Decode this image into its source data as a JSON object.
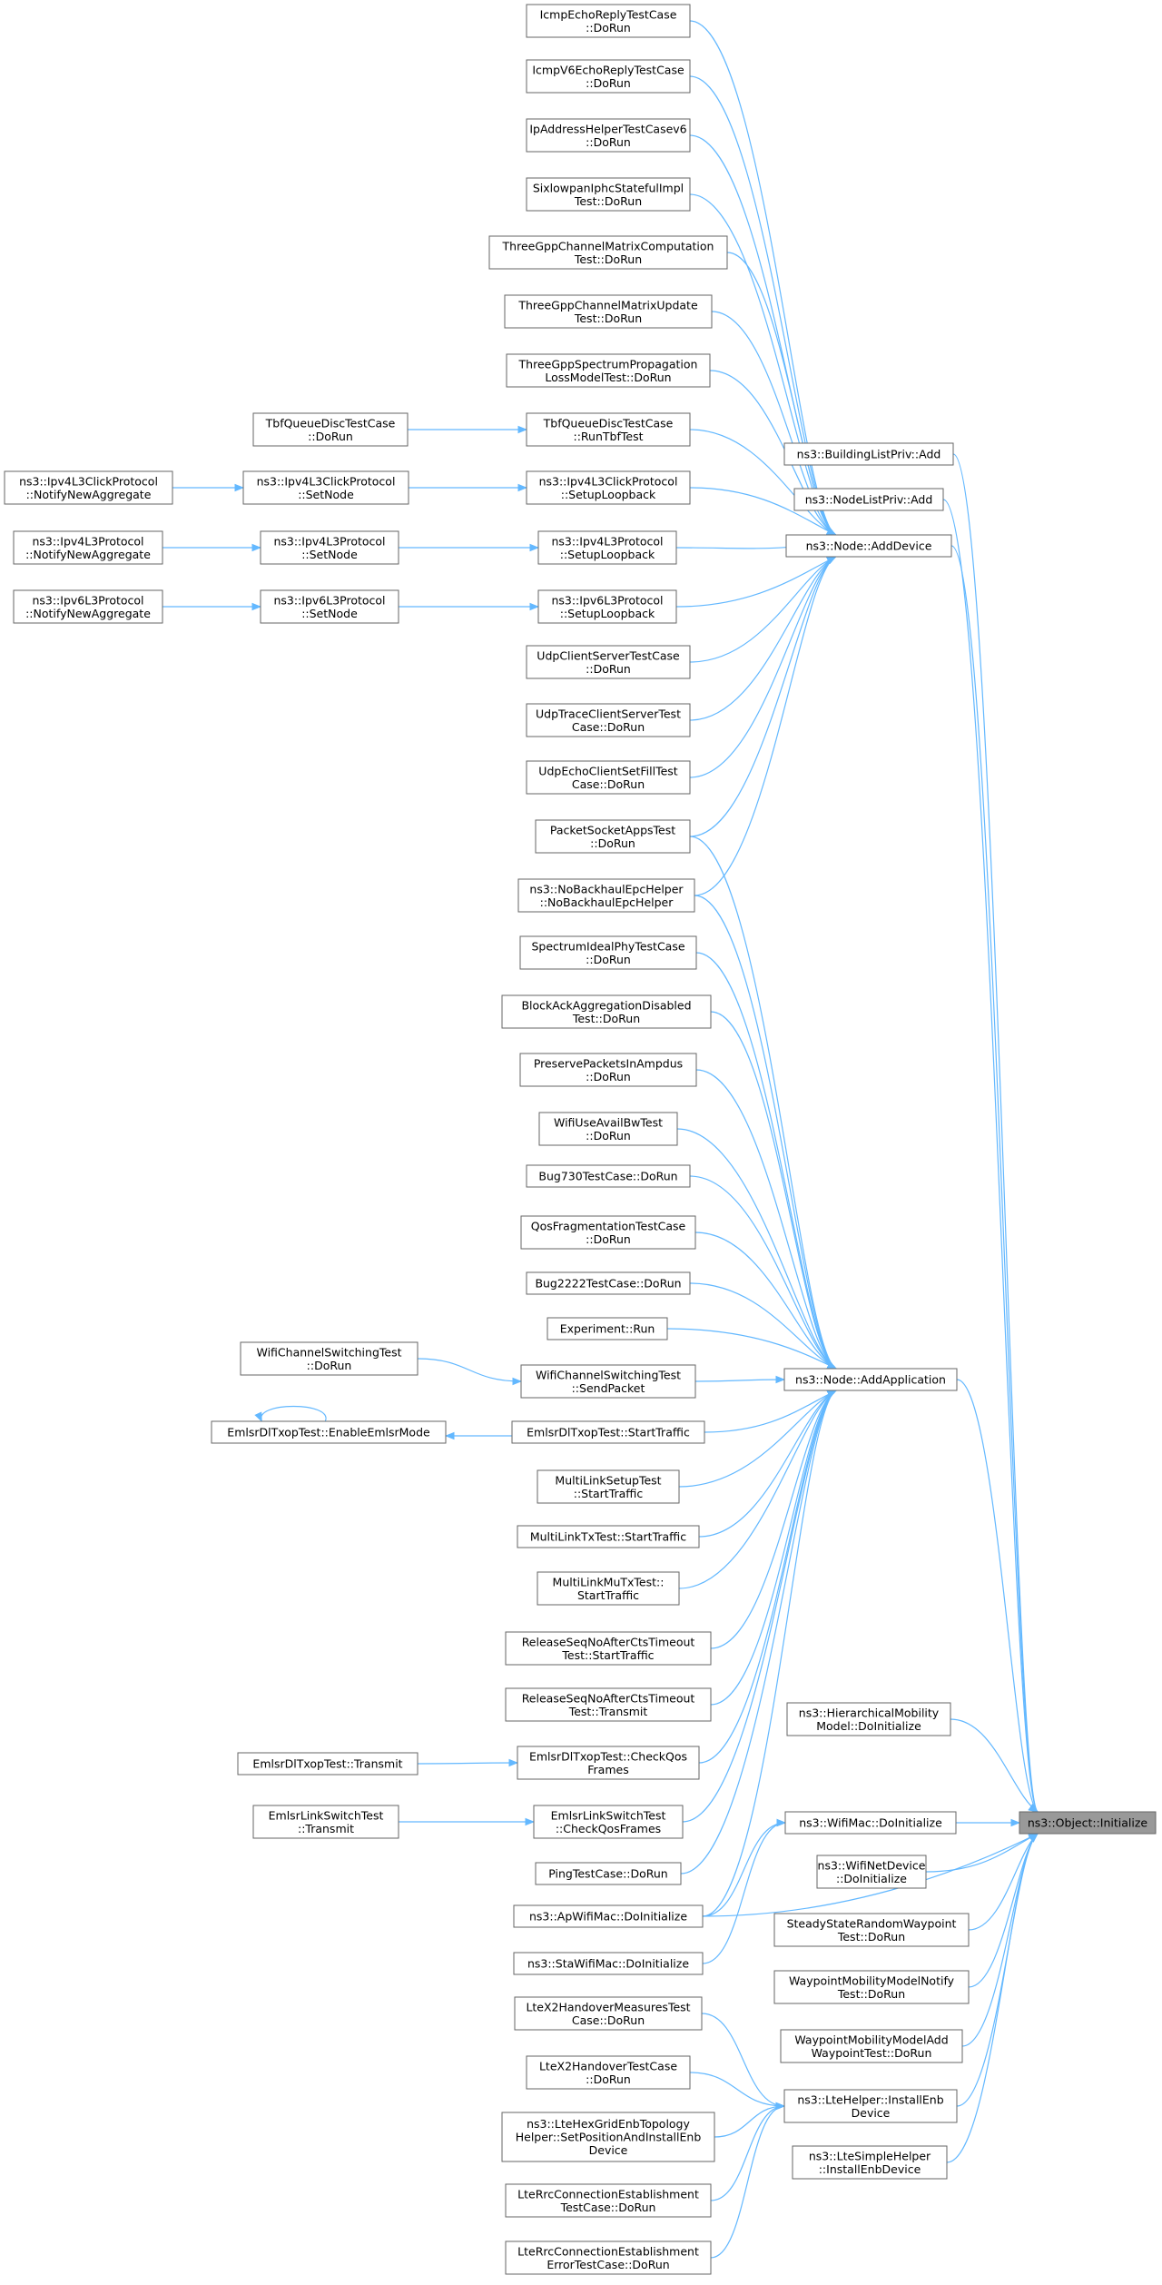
{
  "nodes": [
    {
      "id": "icmpecho",
      "lines": [
        "IcmpEchoReplyTestCase",
        "::DoRun"
      ]
    },
    {
      "id": "icmpv6echo",
      "lines": [
        "IcmpV6EchoReplyTestCase",
        "::DoRun"
      ]
    },
    {
      "id": "ipaddrhelper",
      "lines": [
        "IpAddressHelperTestCasev6",
        "::DoRun"
      ]
    },
    {
      "id": "sixlowpan",
      "lines": [
        "SixlowpanIphcStatefulImpl",
        "Test::DoRun"
      ]
    },
    {
      "id": "threegppchanmatrix",
      "lines": [
        "ThreeGppChannelMatrixComputation",
        "Test::DoRun"
      ]
    },
    {
      "id": "threegppchanupdate",
      "lines": [
        "ThreeGppChannelMatrixUpdate",
        "Test::DoRun"
      ]
    },
    {
      "id": "threegppspectrum",
      "lines": [
        "ThreeGppSpectrumPropagation",
        "LossModelTest::DoRun"
      ]
    },
    {
      "id": "tbfdorun",
      "lines": [
        "TbfQueueDiscTestCase",
        "::DoRun"
      ]
    },
    {
      "id": "tbfrun",
      "lines": [
        "TbfQueueDiscTestCase",
        "::RunTbfTest"
      ]
    },
    {
      "id": "ipv4l3click_nna",
      "lines": [
        "ns3::Ipv4L3ClickProtocol",
        "::NotifyNewAggregate"
      ]
    },
    {
      "id": "ipv4l3click_sn",
      "lines": [
        "ns3::Ipv4L3ClickProtocol",
        "::SetNode"
      ]
    },
    {
      "id": "ipv4l3click_sl",
      "lines": [
        "ns3::Ipv4L3ClickProtocol",
        "::SetupLoopback"
      ]
    },
    {
      "id": "ipv4l3_nna",
      "lines": [
        "ns3::Ipv4L3Protocol",
        "::NotifyNewAggregate"
      ]
    },
    {
      "id": "ipv4l3_sn",
      "lines": [
        "ns3::Ipv4L3Protocol",
        "::SetNode"
      ]
    },
    {
      "id": "ipv4l3_sl",
      "lines": [
        "ns3::Ipv4L3Protocol",
        "::SetupLoopback"
      ]
    },
    {
      "id": "ipv6l3_nna",
      "lines": [
        "ns3::Ipv6L3Protocol",
        "::NotifyNewAggregate"
      ]
    },
    {
      "id": "ipv6l3_sn",
      "lines": [
        "ns3::Ipv6L3Protocol",
        "::SetNode"
      ]
    },
    {
      "id": "ipv6l3_sl",
      "lines": [
        "ns3::Ipv6L3Protocol",
        "::SetupLoopback"
      ]
    },
    {
      "id": "udpcs",
      "lines": [
        "UdpClientServerTestCase",
        "::DoRun"
      ]
    },
    {
      "id": "udptrace",
      "lines": [
        "UdpTraceClientServerTest",
        "Case::DoRun"
      ]
    },
    {
      "id": "udpecho",
      "lines": [
        "UdpEchoClientSetFillTest",
        "Case::DoRun"
      ]
    },
    {
      "id": "packetsocket",
      "lines": [
        "PacketSocketAppsTest",
        "::DoRun"
      ]
    },
    {
      "id": "nobackhaul",
      "lines": [
        "ns3::NoBackhaulEpcHelper",
        "::NoBackhaulEpcHelper"
      ]
    },
    {
      "id": "spectrumideal",
      "lines": [
        "SpectrumIdealPhyTestCase",
        "::DoRun"
      ]
    },
    {
      "id": "blockack",
      "lines": [
        "BlockAckAggregationDisabled",
        "Test::DoRun"
      ]
    },
    {
      "id": "preserve",
      "lines": [
        "PreservePacketsInAmpdus",
        "::DoRun"
      ]
    },
    {
      "id": "wifiuseavail",
      "lines": [
        "WifiUseAvailBwTest",
        "::DoRun"
      ]
    },
    {
      "id": "bug730",
      "lines": [
        "Bug730TestCase::DoRun"
      ]
    },
    {
      "id": "qosfrag",
      "lines": [
        "QosFragmentationTestCase",
        "::DoRun"
      ]
    },
    {
      "id": "bug2222",
      "lines": [
        "Bug2222TestCase::DoRun"
      ]
    },
    {
      "id": "experiment",
      "lines": [
        "Experiment::Run"
      ]
    },
    {
      "id": "wifichansw_dorun",
      "lines": [
        "WifiChannelSwitchingTest",
        "::DoRun"
      ]
    },
    {
      "id": "wifichansw_send",
      "lines": [
        "WifiChannelSwitchingTest",
        "::SendPacket"
      ]
    },
    {
      "id": "emlsr_enable",
      "lines": [
        "EmlsrDlTxopTest::EnableEmlsrMode"
      ]
    },
    {
      "id": "emlsr_start",
      "lines": [
        "EmlsrDlTxopTest::StartTraffic"
      ]
    },
    {
      "id": "multilinksetup",
      "lines": [
        "MultiLinkSetupTest",
        "::StartTraffic"
      ]
    },
    {
      "id": "multilinktx",
      "lines": [
        "MultiLinkTxTest::StartTraffic"
      ]
    },
    {
      "id": "multilinkmu",
      "lines": [
        "MultiLinkMuTxTest::",
        "StartTraffic"
      ]
    },
    {
      "id": "releaseseq_start",
      "lines": [
        "ReleaseSeqNoAfterCtsTimeout",
        "Test::StartTraffic"
      ]
    },
    {
      "id": "releaseseq_tx",
      "lines": [
        "ReleaseSeqNoAfterCtsTimeout",
        "Test::Transmit"
      ]
    },
    {
      "id": "emlsr_transmit",
      "lines": [
        "EmlsrDlTxopTest::Transmit"
      ]
    },
    {
      "id": "emlsr_checkqos",
      "lines": [
        "EmlsrDlTxopTest::CheckQos",
        "Frames"
      ]
    },
    {
      "id": "emlsrlink_tx",
      "lines": [
        "EmlsrLinkSwitchTest",
        "::Transmit"
      ]
    },
    {
      "id": "emlsrlink_check",
      "lines": [
        "EmlsrLinkSwitchTest",
        "::CheckQosFrames"
      ]
    },
    {
      "id": "pingtest",
      "lines": [
        "PingTestCase::DoRun"
      ]
    },
    {
      "id": "apwifimac",
      "lines": [
        "ns3::ApWifiMac::DoInitialize"
      ]
    },
    {
      "id": "stawifimac",
      "lines": [
        "ns3::StaWifiMac::DoInitialize"
      ]
    },
    {
      "id": "ltex2measures",
      "lines": [
        "LteX2HandoverMeasuresTest",
        "Case::DoRun"
      ]
    },
    {
      "id": "ltex2handover",
      "lines": [
        "LteX2HandoverTestCase",
        "::DoRun"
      ]
    },
    {
      "id": "ltehexgrid",
      "lines": [
        "ns3::LteHexGridEnbTopology",
        "Helper::SetPositionAndInstallEnb",
        "Device"
      ]
    },
    {
      "id": "lterrc",
      "lines": [
        "LteRrcConnectionEstablishment",
        "TestCase::DoRun"
      ]
    },
    {
      "id": "lterrcerr",
      "lines": [
        "LteRrcConnectionEstablishment",
        "ErrorTestCase::DoRun"
      ]
    },
    {
      "id": "buildinglist",
      "lines": [
        "ns3::BuildingListPriv::Add"
      ]
    },
    {
      "id": "nodelist",
      "lines": [
        "ns3::NodeListPriv::Add"
      ]
    },
    {
      "id": "adddevice",
      "lines": [
        "ns3::Node::AddDevice"
      ]
    },
    {
      "id": "addapplication",
      "lines": [
        "ns3::Node::AddApplication"
      ]
    },
    {
      "id": "hiermobility",
      "lines": [
        "ns3::HierarchicalMobility",
        "Model::DoInitialize"
      ]
    },
    {
      "id": "wifimac",
      "lines": [
        "ns3::WifiMac::DoInitialize"
      ]
    },
    {
      "id": "wifinetdevice",
      "lines": [
        "ns3::WifiNetDevice",
        "::DoInitialize"
      ]
    },
    {
      "id": "steadystate",
      "lines": [
        "SteadyStateRandomWaypoint",
        "Test::DoRun"
      ]
    },
    {
      "id": "waypointnotify",
      "lines": [
        "WaypointMobilityModelNotify",
        "Test::DoRun"
      ]
    },
    {
      "id": "waypointadd",
      "lines": [
        "WaypointMobilityModelAdd",
        "WaypointTest::DoRun"
      ]
    },
    {
      "id": "ltehelper",
      "lines": [
        "ns3::LteHelper::InstallEnb",
        "Device"
      ]
    },
    {
      "id": "ltesimple",
      "lines": [
        "ns3::LteSimpleHelper",
        "::InstallEnbDevice"
      ]
    },
    {
      "id": "objinit",
      "lines": [
        "ns3::Object::Initialize"
      ],
      "highlight": true
    }
  ],
  "edges": [
    [
      "icmpecho",
      "adddevice"
    ],
    [
      "icmpv6echo",
      "adddevice"
    ],
    [
      "ipaddrhelper",
      "adddevice"
    ],
    [
      "sixlowpan",
      "adddevice"
    ],
    [
      "threegppchanmatrix",
      "adddevice"
    ],
    [
      "threegppchanupdate",
      "adddevice"
    ],
    [
      "threegppspectrum",
      "adddevice"
    ],
    [
      "tbfdorun",
      "tbfrun"
    ],
    [
      "tbfrun",
      "adddevice"
    ],
    [
      "ipv4l3click_nna",
      "ipv4l3click_sn"
    ],
    [
      "ipv4l3click_sn",
      "ipv4l3click_sl"
    ],
    [
      "ipv4l3click_sl",
      "adddevice"
    ],
    [
      "ipv4l3_nna",
      "ipv4l3_sn"
    ],
    [
      "ipv4l3_sn",
      "ipv4l3_sl"
    ],
    [
      "ipv4l3_sl",
      "adddevice"
    ],
    [
      "ipv6l3_nna",
      "ipv6l3_sn"
    ],
    [
      "ipv6l3_sn",
      "ipv6l3_sl"
    ],
    [
      "ipv6l3_sl",
      "adddevice"
    ],
    [
      "udpcs",
      "adddevice"
    ],
    [
      "udptrace",
      "adddevice"
    ],
    [
      "udpecho",
      "adddevice"
    ],
    [
      "packetsocket",
      "adddevice"
    ],
    [
      "nobackhaul",
      "adddevice"
    ],
    [
      "packetsocket",
      "addapplication"
    ],
    [
      "nobackhaul",
      "addapplication"
    ],
    [
      "spectrumideal",
      "addapplication"
    ],
    [
      "blockack",
      "addapplication"
    ],
    [
      "preserve",
      "addapplication"
    ],
    [
      "wifiuseavail",
      "addapplication"
    ],
    [
      "bug730",
      "addapplication"
    ],
    [
      "qosfrag",
      "addapplication"
    ],
    [
      "bug2222",
      "addapplication"
    ],
    [
      "experiment",
      "addapplication"
    ],
    [
      "wifichansw_dorun",
      "wifichansw_send"
    ],
    [
      "wifichansw_send",
      "addapplication"
    ],
    [
      "emlsr_start",
      "emlsr_enable"
    ],
    [
      "emlsr_enable",
      "emlsr_enable"
    ],
    [
      "emlsr_start",
      "addapplication"
    ],
    [
      "multilinksetup",
      "addapplication"
    ],
    [
      "multilinktx",
      "addapplication"
    ],
    [
      "multilinkmu",
      "addapplication"
    ],
    [
      "releaseseq_start",
      "addapplication"
    ],
    [
      "releaseseq_tx",
      "addapplication"
    ],
    [
      "emlsr_transmit",
      "emlsr_checkqos"
    ],
    [
      "emlsr_checkqos",
      "addapplication"
    ],
    [
      "emlsrlink_tx",
      "emlsrlink_check"
    ],
    [
      "emlsrlink_check",
      "addapplication"
    ],
    [
      "pingtest",
      "addapplication"
    ],
    [
      "apwifimac",
      "addapplication"
    ],
    [
      "apwifimac",
      "wifimac"
    ],
    [
      "stawifimac",
      "wifimac"
    ],
    [
      "ltex2measures",
      "ltehelper"
    ],
    [
      "ltex2handover",
      "ltehelper"
    ],
    [
      "ltehexgrid",
      "ltehelper"
    ],
    [
      "lterrc",
      "ltehelper"
    ],
    [
      "lterrcerr",
      "ltehelper"
    ],
    [
      "buildinglist",
      "objinit"
    ],
    [
      "nodelist",
      "objinit"
    ],
    [
      "adddevice",
      "objinit"
    ],
    [
      "addapplication",
      "objinit"
    ],
    [
      "hiermobility",
      "objinit"
    ],
    [
      "wifimac",
      "objinit"
    ],
    [
      "wifinetdevice",
      "objinit"
    ],
    [
      "steadystate",
      "objinit"
    ],
    [
      "waypointnotify",
      "objinit"
    ],
    [
      "waypointadd",
      "objinit"
    ],
    [
      "ltehelper",
      "objinit"
    ],
    [
      "ltesimple",
      "objinit"
    ],
    [
      "apwifimac",
      "objinit"
    ]
  ],
  "colors": {
    "edge": "#63b8ff",
    "node_border": "#666666",
    "highlight_fill": "#999999"
  }
}
